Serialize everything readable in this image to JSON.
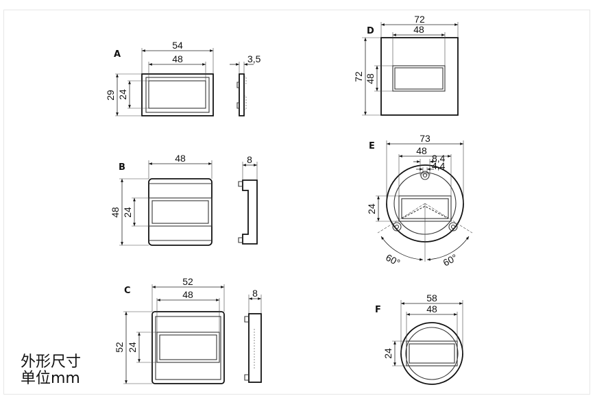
{
  "caption": {
    "line1": "外形尺寸",
    "line2": "单位mm"
  },
  "variants": {
    "A": {
      "label": "A",
      "outer_w": "54",
      "display_w": "48",
      "outer_h": "29",
      "display_h": "24",
      "depth": "3,5"
    },
    "B": {
      "label": "B",
      "outer_w": "48",
      "outer_h": "48",
      "display_h": "24",
      "depth": "8"
    },
    "C": {
      "label": "C",
      "outer_w": "52",
      "display_w": "48",
      "outer_h": "52",
      "display_h": "24",
      "depth": "8"
    },
    "D": {
      "label": "D",
      "outer_w": "72",
      "display_w": "48",
      "outer_h": "72",
      "display_h": "48"
    },
    "E": {
      "label": "E",
      "outer_d": "73",
      "display_w": "48",
      "hole_a": "8,4",
      "hole_b": "4,4",
      "display_h": "24",
      "angle_left": "60°",
      "angle_right": "60°"
    },
    "F": {
      "label": "F",
      "outer_d": "58",
      "display_w": "48",
      "display_h": "24"
    }
  }
}
